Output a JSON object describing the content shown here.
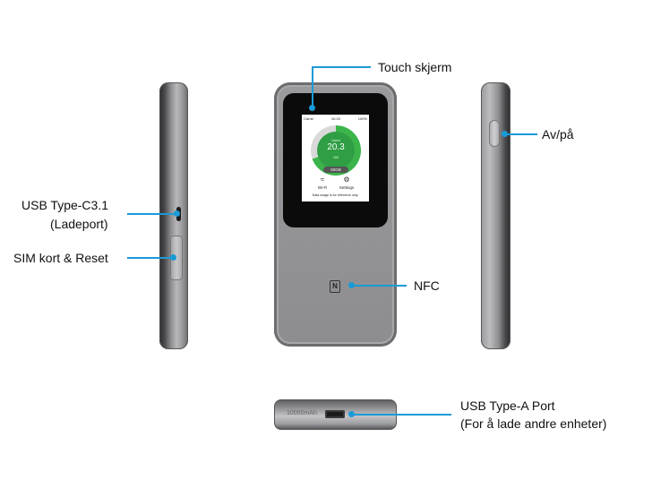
{
  "labels": {
    "touch_screen": "Touch skjerm",
    "power": "Av/på",
    "usb_c_line1": "USB Type-C3.1",
    "usb_c_line2": "(Ladeport)",
    "sim_reset": "SIM kort & Reset",
    "nfc": "NFC",
    "usb_a_line1": "USB Type-A Port",
    "usb_a_line2": "(For å lade andre enheter)"
  },
  "screen": {
    "carrier": "Carrie",
    "time": "10:25",
    "battery": "100%",
    "used_label": "Used",
    "usage_value": "20.3",
    "usage_unit": "GB",
    "total": "50GB",
    "wifi_label": "Wi-Fi",
    "settings_label": "Settings",
    "note": "Data usage is for reference only."
  },
  "device_print": {
    "capacity": "10000mAh"
  },
  "colors": {
    "leader_line": "#1a9ad6",
    "gauge_fill": "#3bb44a"
  }
}
